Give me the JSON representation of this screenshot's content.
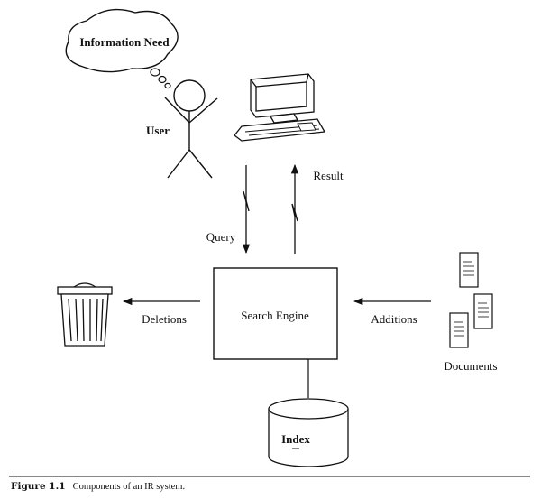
{
  "figure": {
    "labels": {
      "information_need": "Information Need",
      "user": "User",
      "result": "Result",
      "query": "Query",
      "search_engine": "Search Engine",
      "deletions": "Deletions",
      "additions": "Additions",
      "documents": "Documents",
      "index": "Index"
    },
    "caption": {
      "number": "Figure 1.1",
      "text": "Components of an IR system."
    }
  }
}
